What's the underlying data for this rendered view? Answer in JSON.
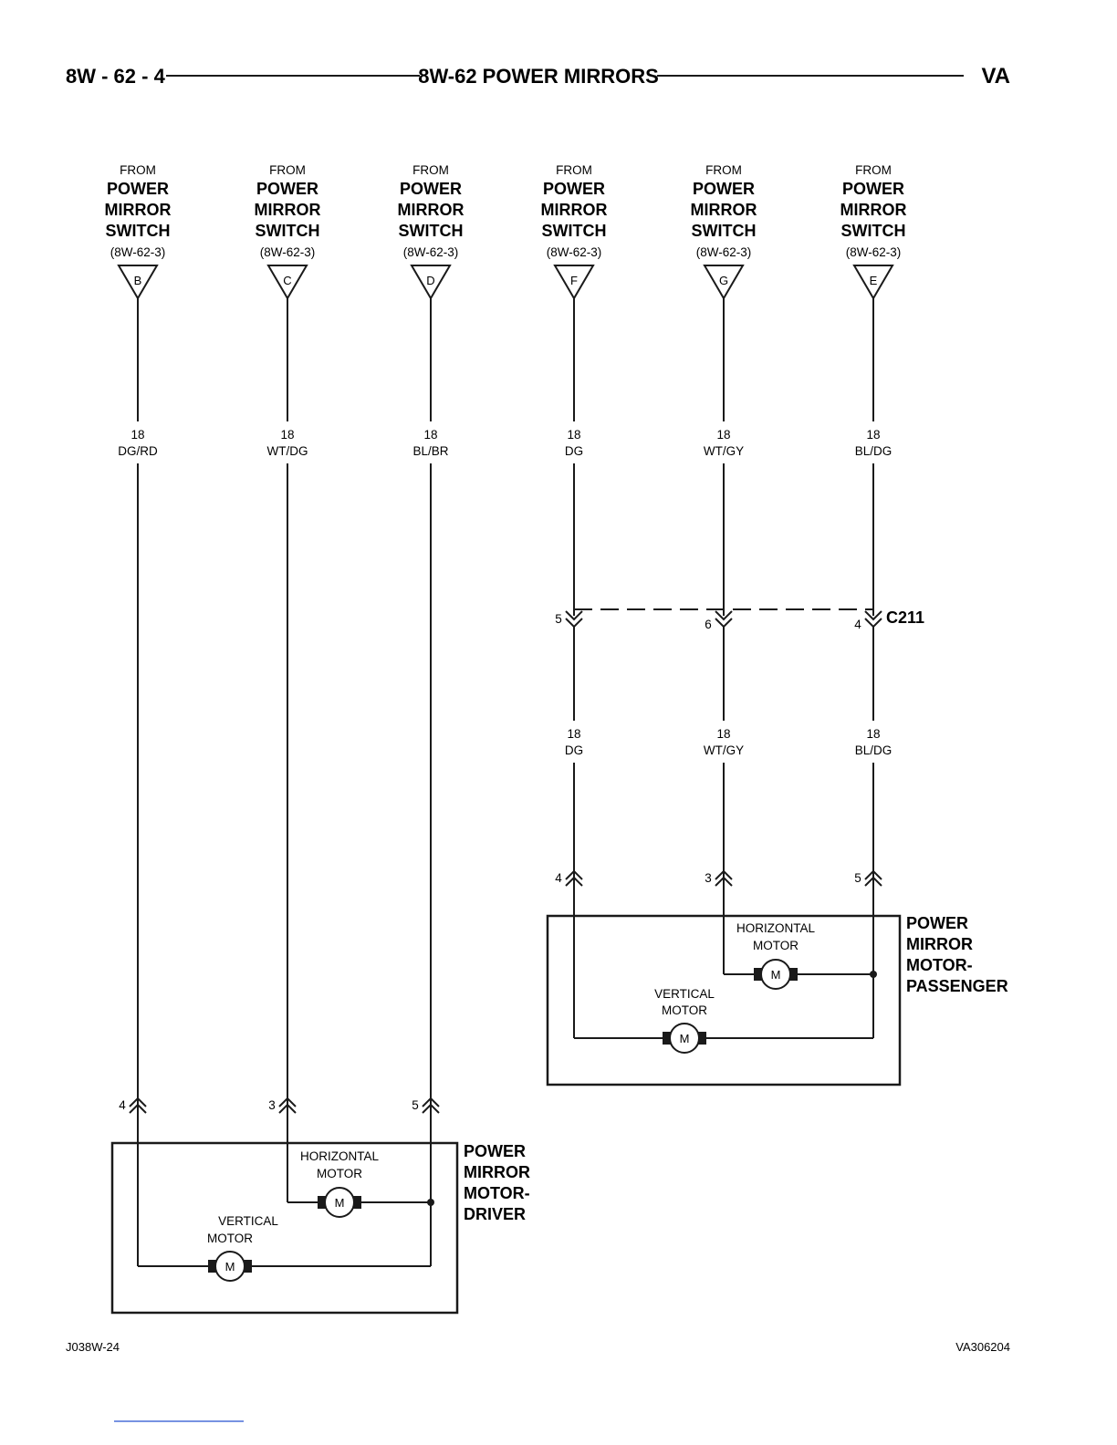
{
  "header": {
    "page_ref": "8W - 62 - 4",
    "title": "8W-62 POWER MIRRORS",
    "model": "VA"
  },
  "sources": [
    {
      "from": "FROM",
      "name": [
        "POWER",
        "MIRROR",
        "SWITCH"
      ],
      "ref": "(8W-62-3)",
      "pin": "B",
      "gauge": "18",
      "color": "DG/RD"
    },
    {
      "from": "FROM",
      "name": [
        "POWER",
        "MIRROR",
        "SWITCH"
      ],
      "ref": "(8W-62-3)",
      "pin": "C",
      "gauge": "18",
      "color": "WT/DG"
    },
    {
      "from": "FROM",
      "name": [
        "POWER",
        "MIRROR",
        "SWITCH"
      ],
      "ref": "(8W-62-3)",
      "pin": "D",
      "gauge": "18",
      "color": "BL/BR"
    },
    {
      "from": "FROM",
      "name": [
        "POWER",
        "MIRROR",
        "SWITCH"
      ],
      "ref": "(8W-62-3)",
      "pin": "F",
      "gauge": "18",
      "color": "DG"
    },
    {
      "from": "FROM",
      "name": [
        "POWER",
        "MIRROR",
        "SWITCH"
      ],
      "ref": "(8W-62-3)",
      "pin": "G",
      "gauge": "18",
      "color": "WT/GY"
    },
    {
      "from": "FROM",
      "name": [
        "POWER",
        "MIRROR",
        "SWITCH"
      ],
      "ref": "(8W-62-3)",
      "pin": "E",
      "gauge": "18",
      "color": "BL/DG"
    }
  ],
  "inline_connector": {
    "name": "C211",
    "cavities": [
      "5",
      "6",
      "4"
    ]
  },
  "passenger_wires": [
    {
      "gauge": "18",
      "color": "DG"
    },
    {
      "gauge": "18",
      "color": "WT/GY"
    },
    {
      "gauge": "18",
      "color": "BL/DG"
    }
  ],
  "passenger_mirror": {
    "cavities": [
      "4",
      "3",
      "5"
    ],
    "horizontal_label": [
      "HORIZONTAL",
      "MOTOR"
    ],
    "vertical_label": [
      "VERTICAL",
      "MOTOR"
    ],
    "motor_symbol": "M",
    "name": [
      "POWER",
      "MIRROR",
      "MOTOR-",
      "PASSENGER"
    ]
  },
  "driver_mirror": {
    "cavities": [
      "4",
      "3",
      "5"
    ],
    "horizontal_label": [
      "HORIZONTAL",
      "MOTOR"
    ],
    "vertical_label": [
      "VERTICAL",
      "MOTOR"
    ],
    "motor_symbol": "M",
    "name": [
      "POWER",
      "MIRROR",
      "MOTOR-",
      "DRIVER"
    ]
  },
  "footer": {
    "left_code": "J038W-24",
    "right_code": "VA306204"
  }
}
